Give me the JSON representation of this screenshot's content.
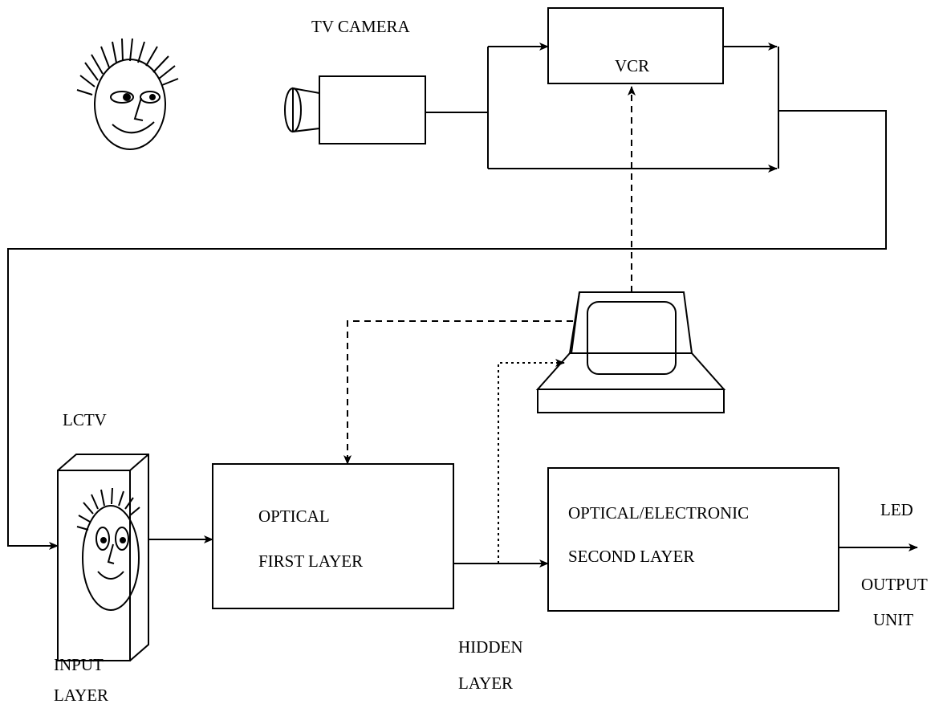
{
  "labels": {
    "tv_camera": "TV CAMERA",
    "vcr": "VCR",
    "lctv": "LCTV",
    "optical": "OPTICAL",
    "first_layer": "FIRST LAYER",
    "optical_electronic": "OPTICAL/ELECTRONIC",
    "second_layer": "SECOND LAYER",
    "led": "LED",
    "output": "OUTPUT",
    "unit": "UNIT",
    "hidden": "HIDDEN",
    "hidden_layer": "LAYER",
    "input": "INPUT",
    "input_layer": "LAYER"
  },
  "colors": {
    "ink": "#000000",
    "background": "#ffffff"
  },
  "icons": [
    "face-icon",
    "tv-camera-icon",
    "computer-terminal-icon",
    "lctv-panel-icon"
  ]
}
